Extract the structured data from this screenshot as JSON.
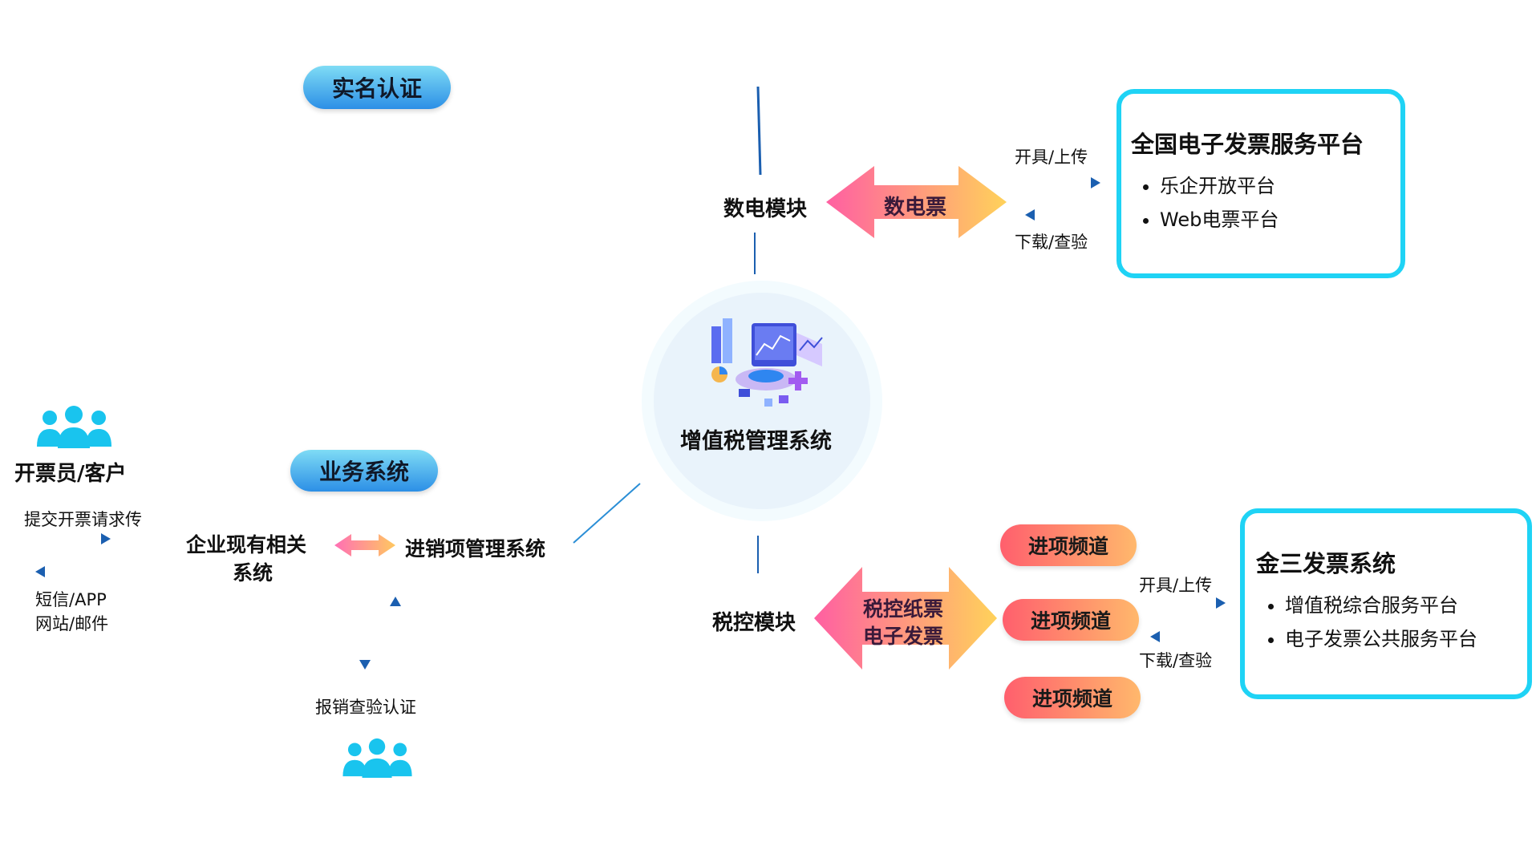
{
  "top_pill": "实名认证",
  "user_group_label": "开票员/客户",
  "submit_label": "提交开票请求传",
  "sms_label": "短信/APP",
  "web_mail_label": "网站/邮件",
  "business_pill": "业务系统",
  "enterprise_label_line1": "企业现有相关",
  "enterprise_label_line2": "系统",
  "purchase_sales_label": "进销项管理系统",
  "reimburse_label": "报销查验认证",
  "center_title": "增值税管理系统",
  "digital_module_label": "数电模块",
  "digital_ticket_label": "数电票",
  "issue_upload_top": "开具/上传",
  "download_check_top": "下载/查验",
  "national_platform": {
    "title": "全国电子发票服务平台",
    "items": [
      "乐企开放平台",
      "Web电票平台"
    ]
  },
  "tax_module_label": "税控模块",
  "tax_ticket_line1": "税控纸票",
  "tax_ticket_line2": "电子发票",
  "channels": [
    "进项频道",
    "进项频道",
    "进项频道"
  ],
  "issue_upload_bottom": "开具/上传",
  "download_check_bottom": "下载/查验",
  "golden_three": {
    "title": "金三发票系统",
    "items": [
      "增值税综合服务平台",
      "电子发票公共服务平台"
    ]
  },
  "colors": {
    "line_blue": "#1b5fb0",
    "line_cyan": "#3ec9e8",
    "box_border": "#1fd3f5",
    "arrow_pink": "#ff5fa2",
    "arrow_yellow": "#ffd25a",
    "pill_orange_start": "#ff5f6d",
    "pill_orange_end": "#ffb86c",
    "people": "#19c4ee"
  }
}
